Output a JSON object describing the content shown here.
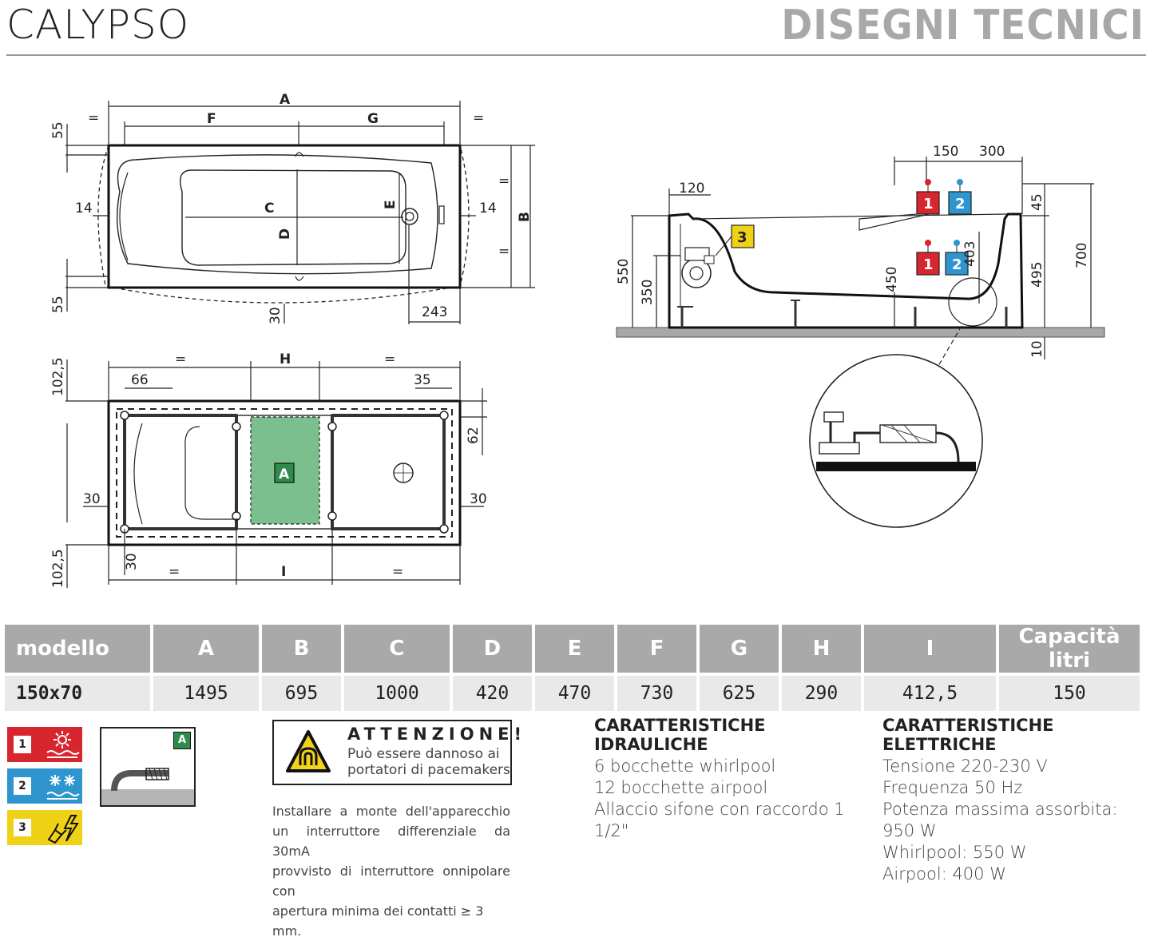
{
  "header": {
    "title": "CALYPSO",
    "section": "DISEGNI TECNICI"
  },
  "top_view": {
    "labels": [
      "A",
      "F",
      "G",
      "C",
      "D",
      "E",
      "B"
    ],
    "dims": {
      "d55": "55",
      "d14": "14",
      "d30": "30",
      "d243": "243",
      "eq": "="
    }
  },
  "frame_view": {
    "labels": {
      "H": "H",
      "I": "I",
      "A": "A"
    },
    "dims": {
      "d1025": "102,5",
      "d66": "66",
      "d35": "35",
      "d62": "62",
      "d30": "30",
      "eq": "="
    }
  },
  "side_view": {
    "dims": {
      "d150": "150",
      "d300": "300",
      "d120": "120",
      "d45": "45",
      "d403": "403",
      "d495": "495",
      "d700": "700",
      "d550": "550",
      "d350": "350",
      "d450": "450",
      "d10": "10"
    },
    "markers": [
      "1",
      "2",
      "3"
    ]
  },
  "table": {
    "headers": [
      "modello",
      "A",
      "B",
      "C",
      "D",
      "E",
      "F",
      "G",
      "H",
      "I",
      "Capacità litri"
    ],
    "row": [
      "150x70",
      "1495",
      "695",
      "1000",
      "420",
      "470",
      "730",
      "625",
      "290",
      "412,5",
      "150"
    ]
  },
  "legend": [
    {
      "num": "1",
      "color": "#d8262e"
    },
    {
      "num": "2",
      "color": "#2f95cf"
    },
    {
      "num": "3",
      "color": "#efd116"
    }
  ],
  "legend_detail_label": "A",
  "warning": {
    "title": "ATTENZIONE!",
    "line1": "Può essere dannoso ai",
    "line2": "portatori di pacemakers",
    "note_lines": [
      "Installare a monte dell'apparecchio",
      "un interruttore differenziale da 30mA",
      "provvisto di interruttore onnipolare con",
      "apertura minima dei contatti ≥ 3 mm."
    ]
  },
  "hydraulic": {
    "title": "CARATTERISTICHE IDRAULICHE",
    "lines": [
      "6 bocchette whirlpool",
      "12 bocchette airpool",
      "Allaccio sifone con raccordo 1 1/2\""
    ]
  },
  "electric": {
    "title": "CARATTERISTICHE ELETTRICHE",
    "lines": [
      "Tensione 220-230 V",
      "Frequenza 50 Hz",
      "Potenza massima assorbita: 950 W",
      "Whirlpool: 550 W",
      "Airpool: 400 W"
    ]
  }
}
